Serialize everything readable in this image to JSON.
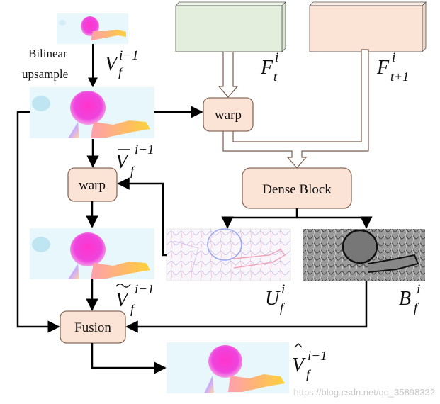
{
  "labels": {
    "bilinear_line1": "Bilinear",
    "bilinear_line2": "upsample",
    "warp_top": "warp",
    "warp_left": "warp",
    "dense_block": "Dense Block",
    "fusion": "Fusion"
  },
  "math": {
    "v_prev_base": "V",
    "v_prev_sub": "f",
    "v_prev_sup": "i−1",
    "v_bar_base": "V",
    "v_bar_sub": "f",
    "v_bar_sup": "i−1",
    "v_tilde_base": "V",
    "v_tilde_sub": "f",
    "v_tilde_sup": "i−1",
    "v_hat_base": "V",
    "v_hat_sub": "f",
    "v_hat_sup": "i−1",
    "f_t_base": "F",
    "f_t_sub": "t",
    "f_t_sup": "i",
    "f_t1_base": "F",
    "f_t1_sub": "t+1",
    "f_t1_sup": "i",
    "u_base": "U",
    "u_sub": "f",
    "u_sup": "i",
    "b_base": "B",
    "b_sub": "f",
    "b_sup": "i"
  },
  "watermark": "https://blog.csdn.net/qq_35898332",
  "colors": {
    "box_fill": "#fbe3d6",
    "box_stroke": "#8a6a5a",
    "ft_fill": "#e3efdc",
    "ft1_fill": "#fbe3d6",
    "flow_bg": "#e8f7fb",
    "arrow": "#000000"
  }
}
